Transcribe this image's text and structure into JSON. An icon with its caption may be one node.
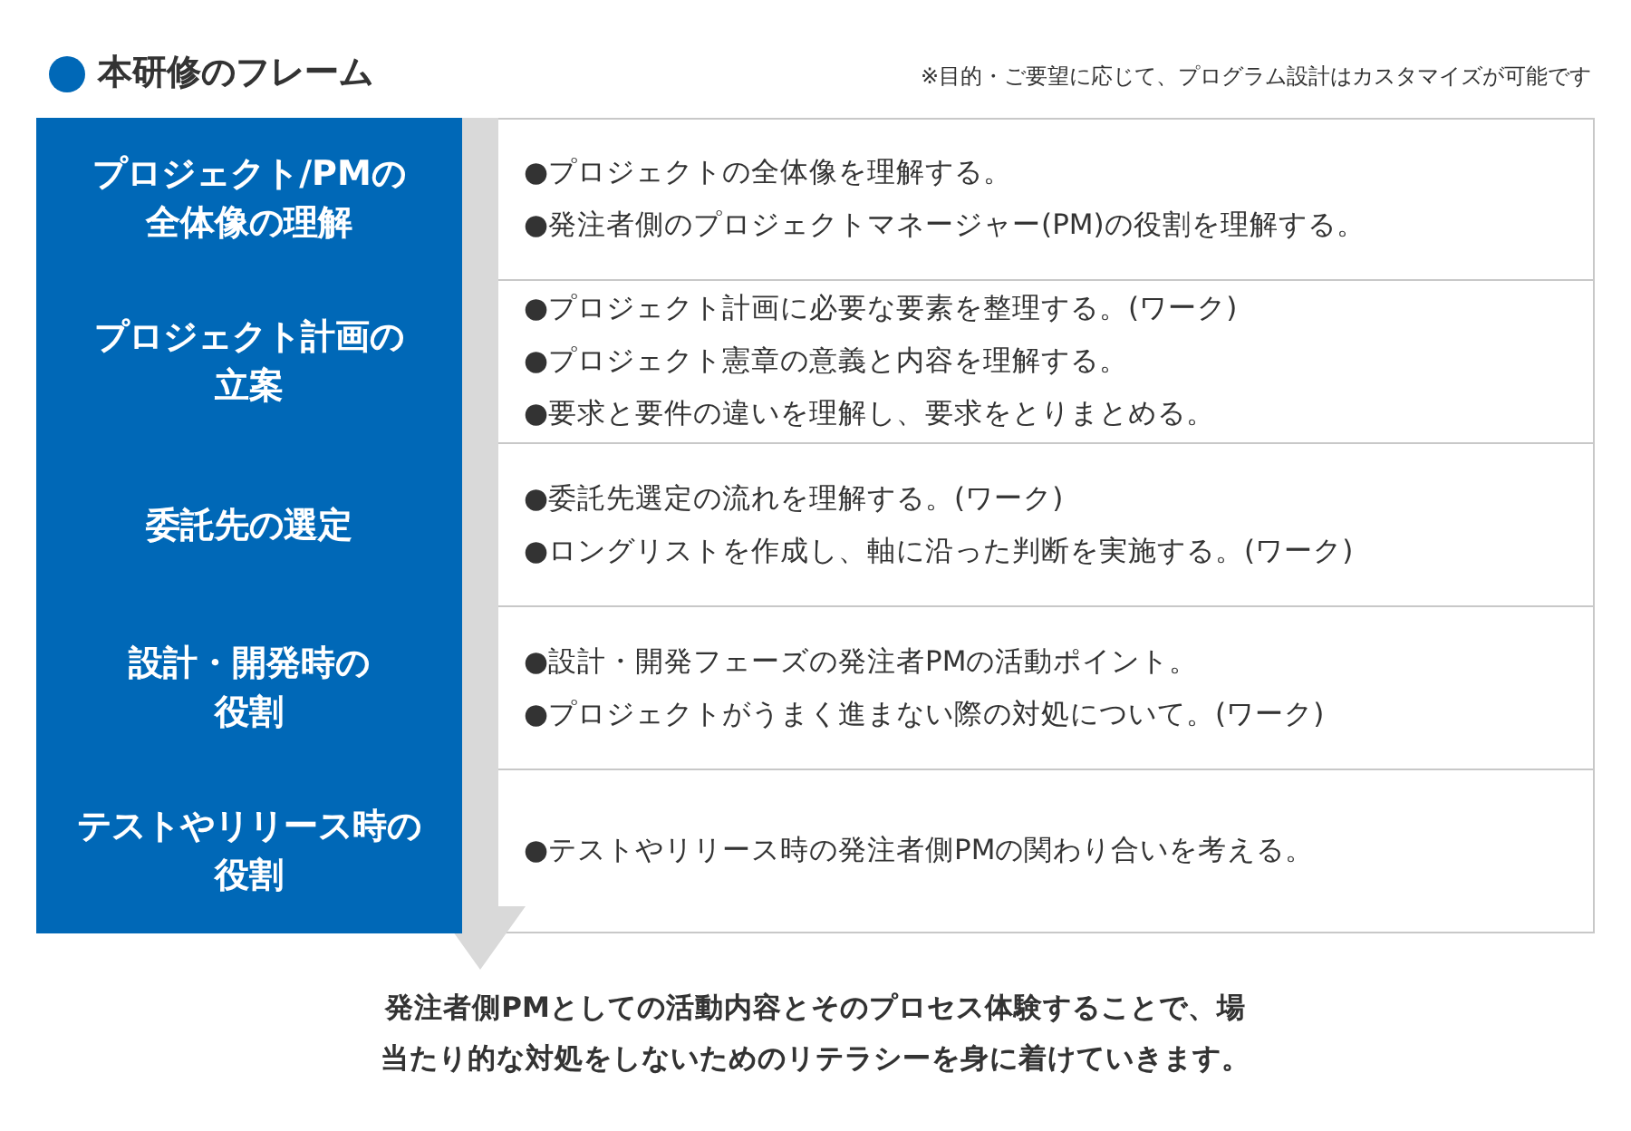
{
  "diagram": {
    "title": "本研修のフレーム",
    "caption": "発注者側PMとしての活動内容とそのプロセス体験することで、場当たり的な対処をしないためのリテラシーを身に着けていきます。",
    "labels": [
      "※目的・ご要望に応じて、プログラム設計はカスタマイズが可能です",
      "プロジェクト/PMの全体像の理解",
      "●プロジェクトの全体像を理解する。",
      "●発注者側のプロジェクトマネージャー(PM)の役割を理解する。",
      "プロジェクト計画の立案",
      "●プロジェクト計画に必要な要素を整理する。(ワーク)",
      "●プロジェクト憲章の意義と内容を理解する。",
      "●要求と要件の違いを理解し、要求をとりまとめる。",
      "委託先の選定",
      "●委託先選定の流れを理解する。(ワーク)",
      "●ロングリストを作成し、軸に沿った判断を実施する。(ワーク)",
      "設計・開発時の役割",
      "●設計・開発フェーズの発注者PMの活動ポイント。",
      "●プロジェクトがうまく進まない際の対処について。(ワーク)",
      "テストやリリース時の役割",
      "●テストやリリース時の発注者側PMの関わり合いを考える。"
    ]
  }
}
